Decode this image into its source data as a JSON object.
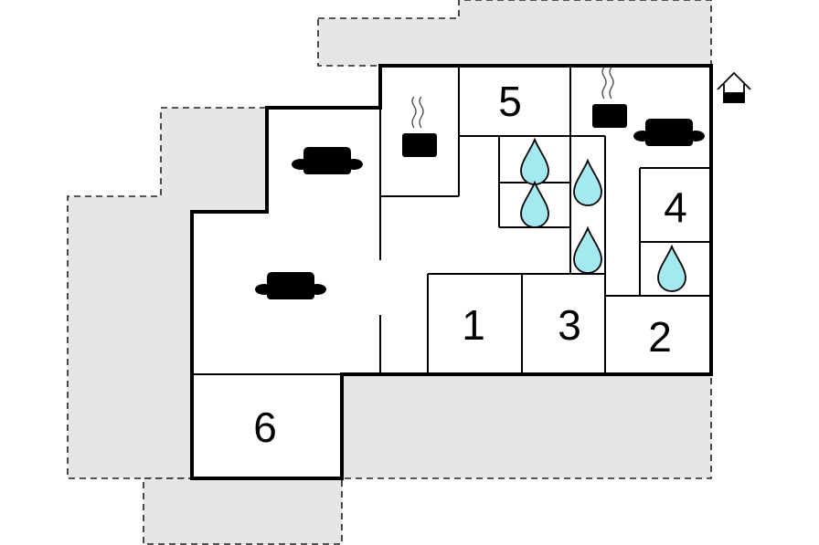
{
  "rooms": [
    {
      "id": "1",
      "label": "1"
    },
    {
      "id": "2",
      "label": "2"
    },
    {
      "id": "3",
      "label": "3"
    },
    {
      "id": "4",
      "label": "4"
    },
    {
      "id": "5",
      "label": "5"
    },
    {
      "id": "6",
      "label": "6"
    }
  ],
  "icons": {
    "sofa": "sofa-icon",
    "kitchen": "cooking-pot-icon",
    "bathroom": "water-drop-icon",
    "entrance": "house-entrance-icon"
  },
  "colors": {
    "terrace_fill": "#e6e6e6",
    "water_drop": "#a4e8f0",
    "wall": "#000000"
  }
}
